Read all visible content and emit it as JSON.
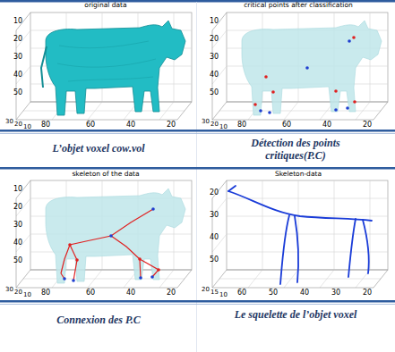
{
  "diagram": {
    "labels": [
      "original data",
      "10",
      "20",
      "30",
      "40",
      "50",
      "30",
      "20",
      "10",
      "80",
      "60",
      "40",
      "20",
      "critical points after classification",
      "10",
      "20",
      "30",
      "40",
      "50",
      "30",
      "20",
      "10",
      "80",
      "60",
      "40",
      "20",
      "skeleton of the data",
      "10",
      "20",
      "30",
      "40",
      "50",
      "30",
      "20",
      "10",
      "80",
      "60",
      "40",
      "20",
      "Skeleton-data",
      "20",
      "30",
      "40",
      "50",
      "20",
      "15",
      "10",
      "60",
      "50",
      "40",
      "30",
      "20",
      "L’objet voxel  cow.vol",
      "Détection des points critiques(P.C)",
      "Connexion des P.C",
      "Le squelette de l’objet voxel"
    ]
  }
}
